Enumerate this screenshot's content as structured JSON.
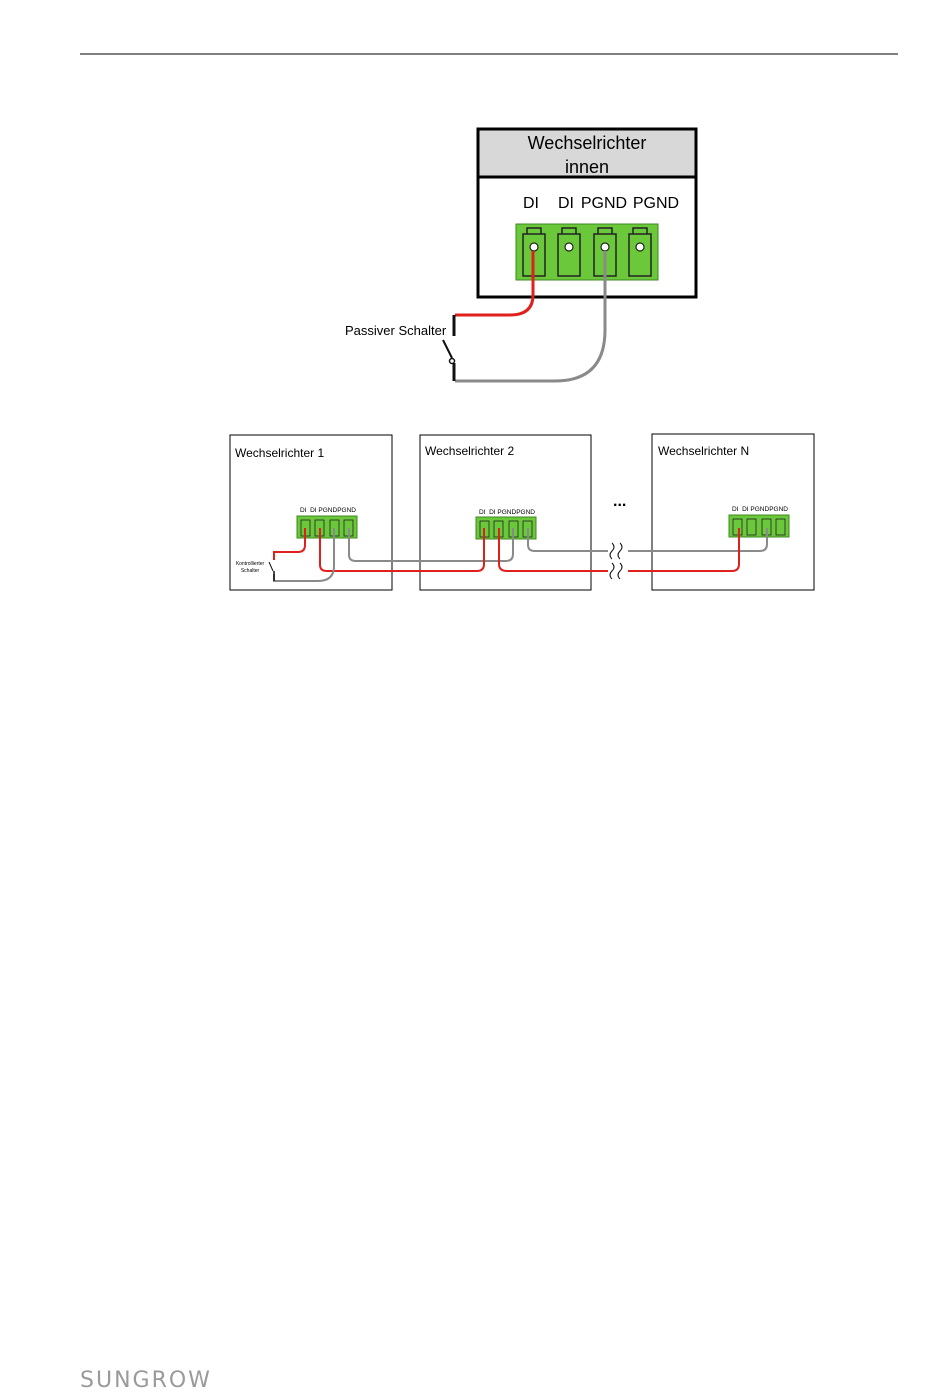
{
  "colors": {
    "wire_red": "#e0201d",
    "wire_grey": "#8a8a8a",
    "wire_black": "#111111",
    "terminal_green": "#6ac83a",
    "terminal_green_dark": "#3f8a1f",
    "header_grey": "#d8d8d8"
  },
  "diagram1": {
    "title_line1": "Wechselrichter",
    "title_line2": "innen",
    "pins": [
      "DI",
      "DI",
      "PGND",
      "PGND"
    ],
    "switch_label": "Passiver Schalter"
  },
  "diagram2": {
    "inverter1": "Wechselrichter 1",
    "inverter2": "Wechselrichter 2",
    "inverterN": "Wechselrichter N",
    "pins_label": "DI  DI PGNDPGND",
    "switch_label_line1": "Kontrollierter",
    "switch_label_line2": "Schalter",
    "ellipsis": "..."
  },
  "footer": {
    "logo": "SUNGROW"
  }
}
